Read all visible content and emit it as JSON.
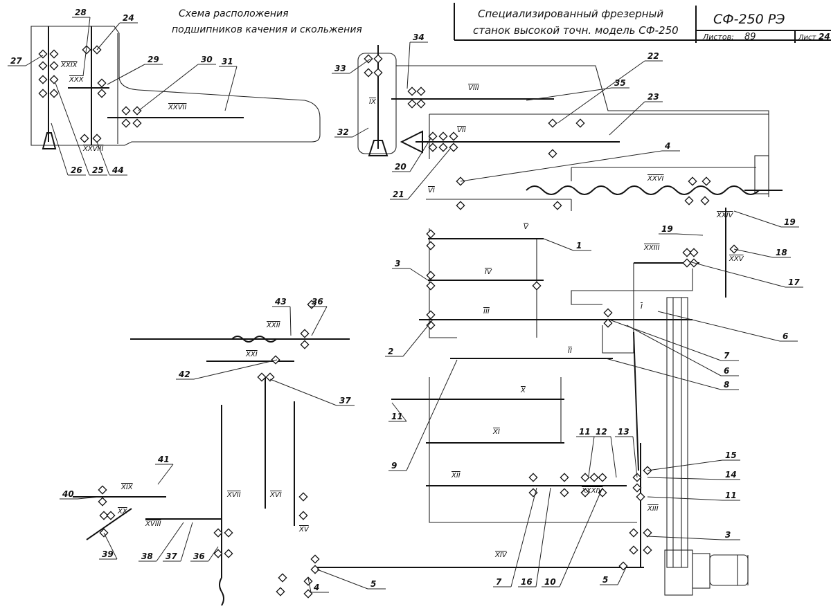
{
  "caption": {
    "line1": "Схема расположения",
    "line2": "подшипников качения и скольжения"
  },
  "title_block": {
    "name_line1": "Специализированный фрезерный",
    "name_line2": "станок высокой точн. модель СФ-250",
    "designation": "СФ-250 РЭ",
    "sheets_label": "Листов:",
    "sheets_value": "89",
    "sheet_label": "Лист",
    "sheet_value": "24"
  },
  "callouts": [
    "28",
    "24",
    "27",
    "29",
    "30",
    "31",
    "26",
    "25",
    "44",
    "34",
    "33",
    "32",
    "35",
    "22",
    "23",
    "20",
    "21",
    "4",
    "19",
    "19",
    "18",
    "17",
    "1",
    "3",
    "2",
    "6",
    "7",
    "6",
    "8",
    "9",
    "11",
    "11",
    "12",
    "13",
    "15",
    "14",
    "11",
    "3",
    "5",
    "10",
    "16",
    "7",
    "5",
    "4",
    "43",
    "36",
    "42",
    "37",
    "41",
    "40",
    "39",
    "38",
    "37",
    "36"
  ],
  "shafts": [
    "XXIX",
    "XXX",
    "XXVII",
    "XXVIII",
    "IX",
    "VIII",
    "VII",
    "VI",
    "XXVI",
    "V",
    "IV",
    "III",
    "I",
    "II",
    "X",
    "XI",
    "XII",
    "XXXIV",
    "XIII",
    "XIV",
    "XXV",
    "XXIII",
    "XXIV",
    "XXII",
    "XXI",
    "XVII",
    "XVI",
    "XV",
    "XIX",
    "XX",
    "XVIII"
  ]
}
